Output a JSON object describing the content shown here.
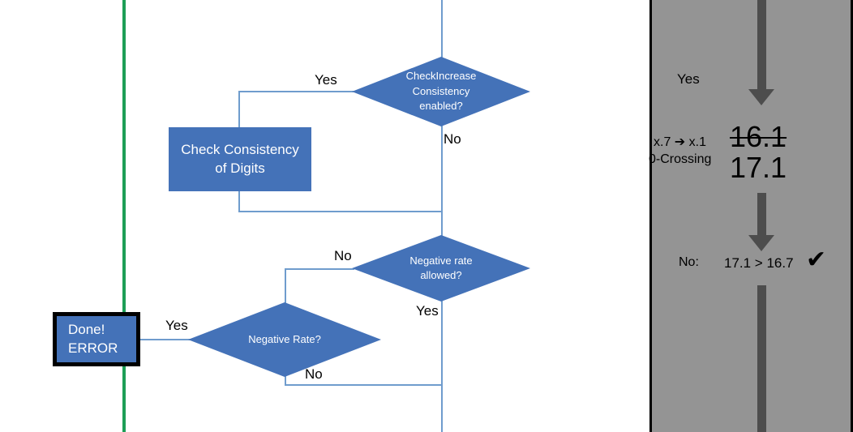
{
  "colors": {
    "process_fill": "#4472b8",
    "process_text": "#ffffff",
    "connector": "#6f9ccd",
    "green_divider": "#1d9e56",
    "panel_background": "#949494",
    "panel_arrow": "#4d4d4d",
    "panel_border": "#000000",
    "error_box_border": "#000000"
  },
  "flowchart": {
    "process_boxes": [
      {
        "id": "check-consistency",
        "lines": [
          "Check Consistency",
          "of Digits"
        ]
      },
      {
        "id": "done-error",
        "lines": [
          "Done!",
          "ERROR"
        ]
      }
    ],
    "decisions": [
      {
        "id": "checkincrease",
        "lines": [
          "CheckIncrease",
          "Consistency",
          "enabled?"
        ]
      },
      {
        "id": "negative-rate-allowed",
        "lines": [
          "Negative rate",
          "allowed?"
        ]
      },
      {
        "id": "negative-rate",
        "lines": [
          "Negative Rate?"
        ]
      }
    ],
    "edge_labels": {
      "checkincrease_yes": "Yes",
      "checkincrease_no": "No",
      "negrate_allowed_no": "No",
      "negrate_allowed_yes": "Yes",
      "negative_rate_yes": "Yes",
      "negative_rate_no": "No"
    }
  },
  "panel": {
    "yes_label": "Yes",
    "shift_label": "x.7 ➔ x.1",
    "zero_crossing_label": "0-Crossing",
    "value_struck": "16.1",
    "value_current": "17.1",
    "no_label": "No:",
    "comparison": "17.1 > 16.7",
    "check_mark": "✔",
    "arrow_icon_name": "down-arrow-icon"
  }
}
